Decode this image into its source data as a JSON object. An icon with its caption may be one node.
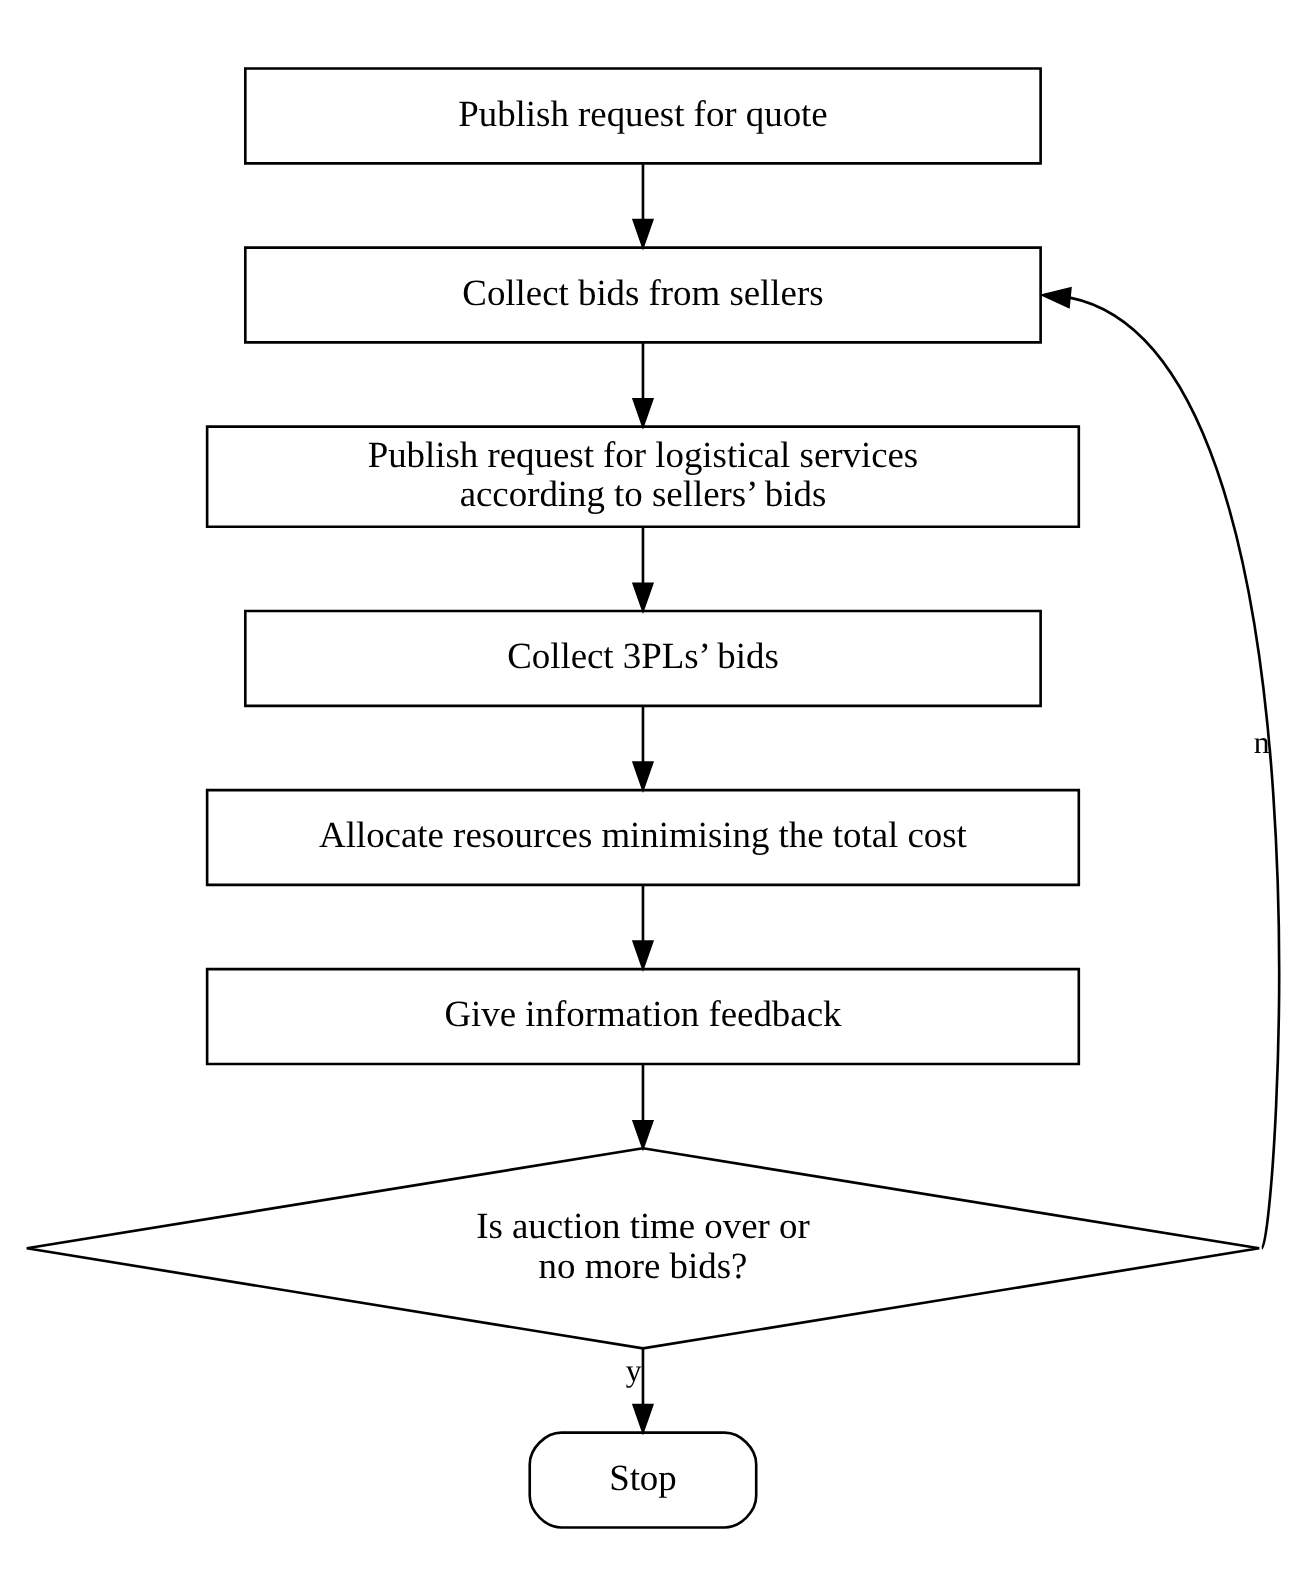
{
  "diagram": {
    "nodes": [
      {
        "text": [
          "Publish request for quote"
        ]
      },
      {
        "text": [
          "Collect bids from sellers"
        ]
      },
      {
        "text": [
          "Publish request for logistical services according to sellers’ bids"
        ]
      },
      {
        "text": [
          "Collect 3PLs’ bids"
        ]
      },
      {
        "text": [
          "Allocate resources minimising the total cost"
        ]
      },
      {
        "text": [
          "Give information feedback"
        ]
      },
      {
        "text": [
          "Is auction time over or no more bids?"
        ]
      },
      {
        "text": [
          "Stop"
        ]
      }
    ],
    "edges": [
      {
        "from": 0,
        "to": 1,
        "arrow": "to"
      },
      {
        "from": 1,
        "to": 2,
        "arrow": "to"
      },
      {
        "from": 2,
        "to": 3,
        "arrow": "to"
      },
      {
        "from": 3,
        "to": 4,
        "arrow": "to"
      },
      {
        "from": 4,
        "to": 5,
        "arrow": "to"
      },
      {
        "from": 5,
        "to": 6,
        "arrow": "to"
      },
      {
        "from": 6,
        "to": 7,
        "arrow": "to",
        "label": "y"
      },
      {
        "from": 6,
        "to": 1,
        "arrow": "to",
        "label": "n"
      }
    ]
  }
}
